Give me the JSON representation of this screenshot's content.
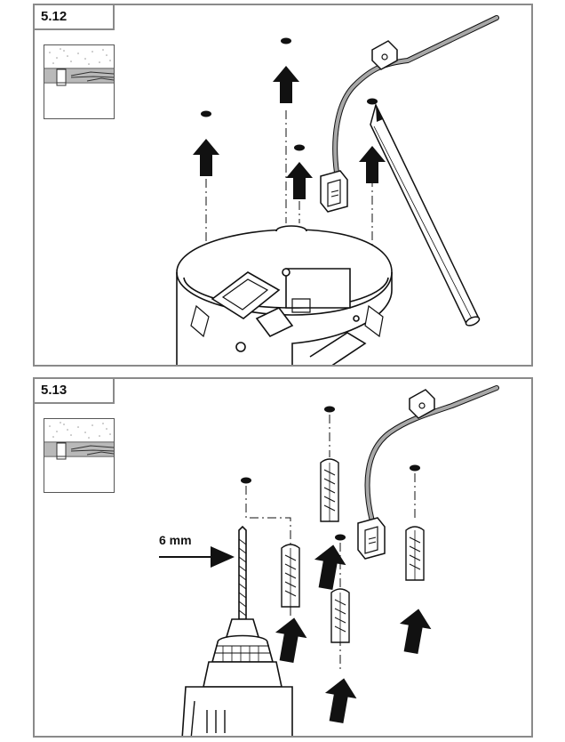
{
  "steps": [
    {
      "number": "5.12"
    },
    {
      "number": "5.13",
      "drill_size": "6 mm"
    }
  ],
  "colors": {
    "ink": "#111111",
    "cable": "#a8a8a8",
    "frame": "#8a8a8a",
    "inset_strip": "#b9b9b9"
  },
  "icons": [
    "arrow-up-icon",
    "drill-hole-icon",
    "pencil-icon",
    "rj45-plug-icon",
    "wall-anchor-icon",
    "drill-icon"
  ]
}
